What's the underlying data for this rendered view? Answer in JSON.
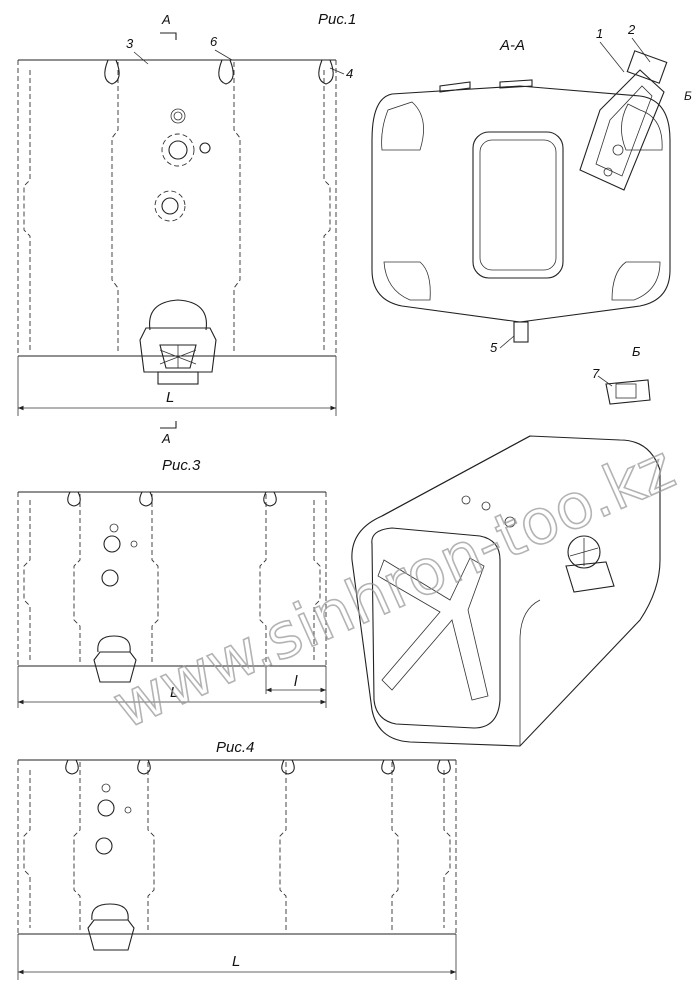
{
  "figures": {
    "fig1": {
      "title": "Рис.1",
      "section_top": "A",
      "section_bottom": "A",
      "callouts": [
        "3",
        "6",
        "4"
      ],
      "dimension": "L"
    },
    "section_view": {
      "title": "А-А",
      "callouts": [
        "1",
        "2",
        "5"
      ],
      "detail_ref": "Б"
    },
    "detail_b": {
      "title": "Б",
      "callout": "7"
    },
    "fig3": {
      "title": "Рис.3",
      "dimension_main": "L",
      "dimension_small": "l"
    },
    "fig4": {
      "title": "Рис.4",
      "dimension": "L"
    }
  },
  "watermark": "www.sinhron-too.kz"
}
